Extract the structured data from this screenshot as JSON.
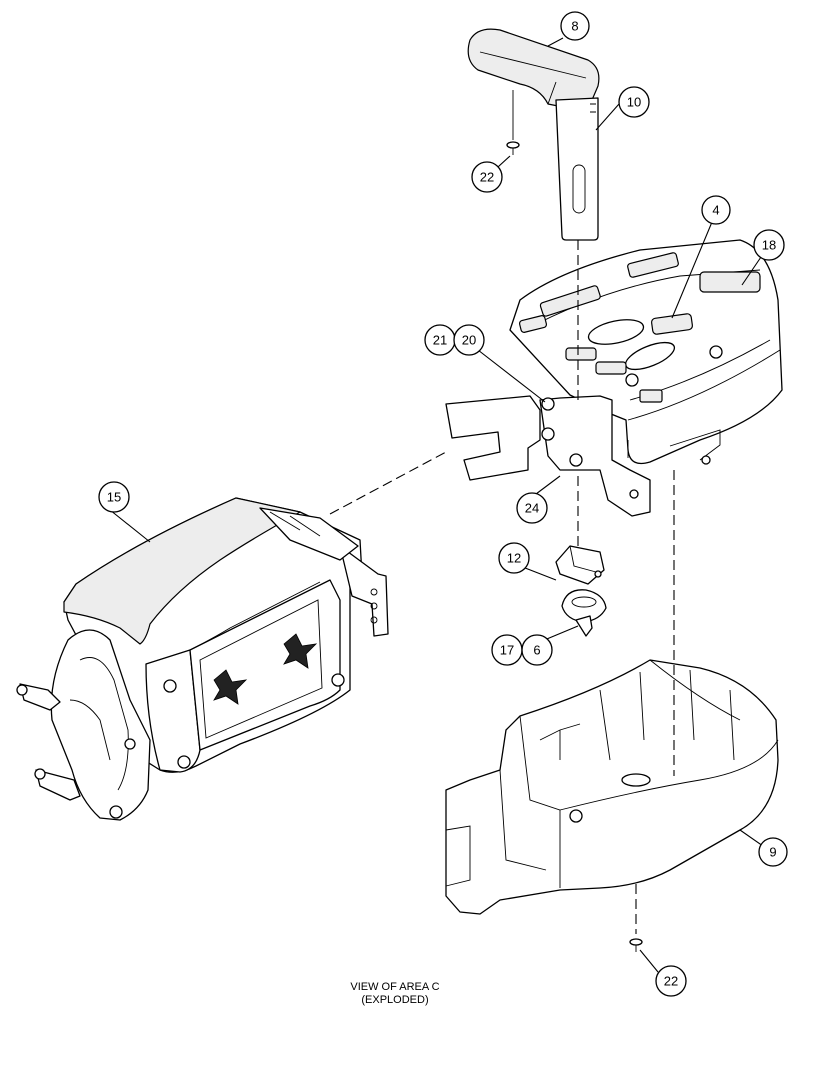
{
  "caption": {
    "line1": "VIEW OF AREA C",
    "line2": "(EXPLODED)"
  },
  "callouts": [
    {
      "id": "c8",
      "label": "8"
    },
    {
      "id": "c10",
      "label": "10"
    },
    {
      "id": "c22a",
      "label": "22"
    },
    {
      "id": "c4",
      "label": "4"
    },
    {
      "id": "c18",
      "label": "18"
    },
    {
      "id": "c21",
      "label": "21"
    },
    {
      "id": "c20",
      "label": "20"
    },
    {
      "id": "c15",
      "label": "15"
    },
    {
      "id": "c24",
      "label": "24"
    },
    {
      "id": "c12",
      "label": "12"
    },
    {
      "id": "c17",
      "label": "17"
    },
    {
      "id": "c6",
      "label": "6"
    },
    {
      "id": "c9",
      "label": "9"
    },
    {
      "id": "c22b",
      "label": "22"
    }
  ]
}
